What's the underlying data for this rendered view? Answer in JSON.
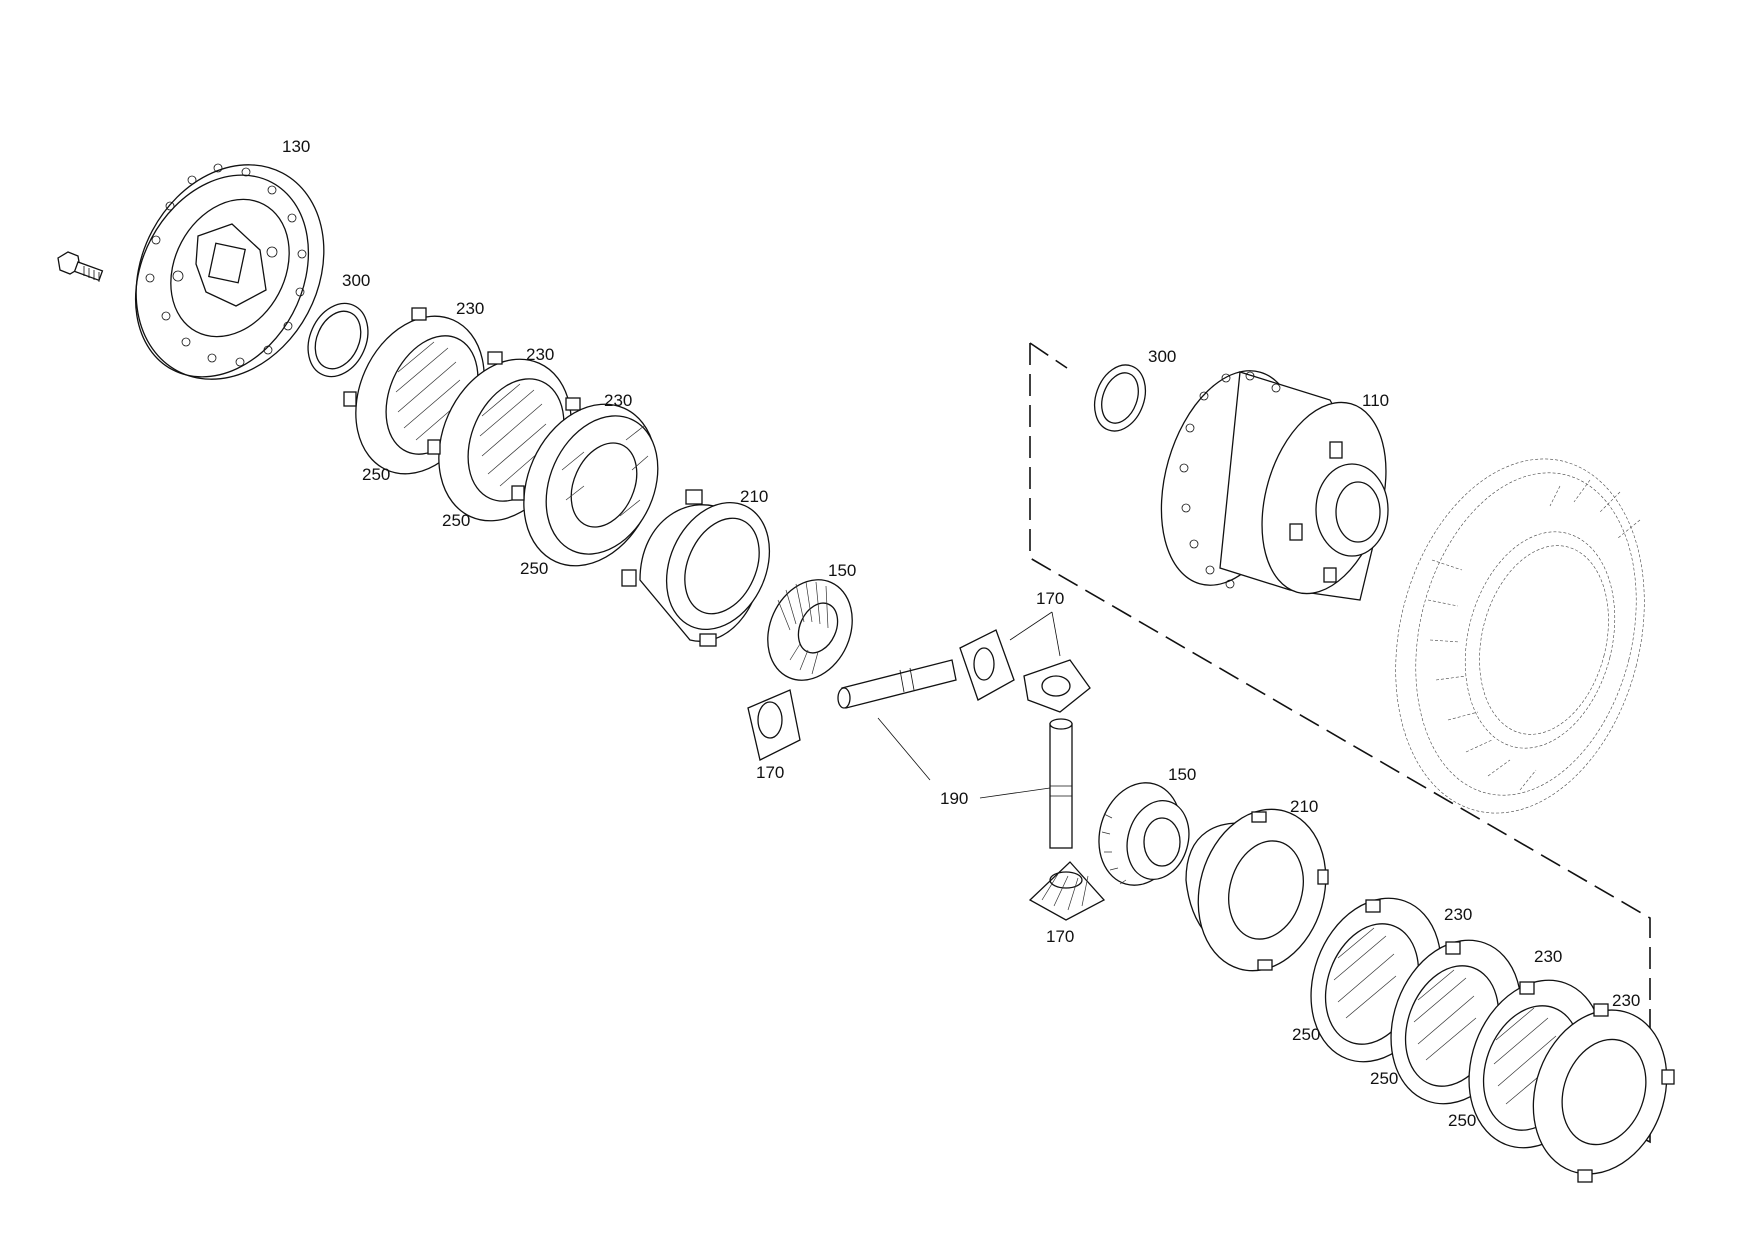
{
  "parts": [
    {
      "id": "p130",
      "label": "130",
      "icon": "drive-flange-icon"
    },
    {
      "id": "p300a",
      "label": "300",
      "icon": "shim-ring-icon"
    },
    {
      "id": "p230a",
      "label": "230",
      "icon": "friction-disc-outer-icon"
    },
    {
      "id": "p230b",
      "label": "230",
      "icon": "friction-disc-outer-icon"
    },
    {
      "id": "p230c",
      "label": "230",
      "icon": "friction-disc-outer-icon"
    },
    {
      "id": "p250a",
      "label": "250",
      "icon": "friction-disc-inner-icon"
    },
    {
      "id": "p250b",
      "label": "250",
      "icon": "friction-disc-inner-icon"
    },
    {
      "id": "p250c",
      "label": "250",
      "icon": "friction-disc-inner-icon"
    },
    {
      "id": "p210a",
      "label": "210",
      "icon": "pressure-ring-icon"
    },
    {
      "id": "p150a",
      "label": "150",
      "icon": "side-gear-icon"
    },
    {
      "id": "p170a",
      "label": "170",
      "icon": "bevel-pinion-icon"
    },
    {
      "id": "p170b",
      "label": "170",
      "icon": "bevel-pinion-icon"
    },
    {
      "id": "p170c",
      "label": "170",
      "icon": "bevel-pinion-icon"
    },
    {
      "id": "p190",
      "label": "190",
      "icon": "differential-cross-icon"
    },
    {
      "id": "p300b",
      "label": "300",
      "icon": "shim-ring-icon"
    },
    {
      "id": "p110",
      "label": "110",
      "icon": "differential-housing-icon"
    },
    {
      "id": "p150b",
      "label": "150",
      "icon": "side-gear-icon"
    },
    {
      "id": "p210b",
      "label": "210",
      "icon": "pressure-ring-icon"
    },
    {
      "id": "p230d",
      "label": "230",
      "icon": "friction-disc-outer-icon"
    },
    {
      "id": "p230e",
      "label": "230",
      "icon": "friction-disc-outer-icon"
    },
    {
      "id": "p230f",
      "label": "230",
      "icon": "friction-disc-outer-icon"
    },
    {
      "id": "p250d",
      "label": "250",
      "icon": "friction-disc-inner-icon"
    },
    {
      "id": "p250e",
      "label": "250",
      "icon": "friction-disc-inner-icon"
    },
    {
      "id": "p250f",
      "label": "250",
      "icon": "friction-disc-inner-icon"
    }
  ],
  "extra_icons": [
    "hex-bolt-icon",
    "crown-wheel-icon",
    "housing-outline-dashed"
  ]
}
